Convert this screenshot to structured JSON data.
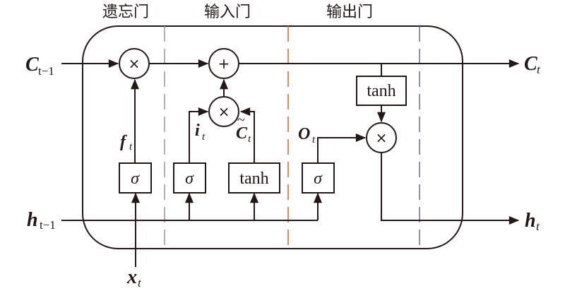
{
  "diagram": {
    "type": "LSTM cell",
    "colors": {
      "line": "#231815",
      "divider_forget_input": "#a89290",
      "divider_input_output": "#d9653b",
      "divider_output_end": "#6e6a9a"
    },
    "gate_titles": {
      "forget": "遗忘门",
      "input": "输入门",
      "output": "输出门"
    },
    "inputs": {
      "c_prev": {
        "main": "C",
        "sub": "t−1"
      },
      "h_prev": {
        "main": "h",
        "sub": "t−1"
      },
      "x": {
        "main": "x",
        "sub": "t"
      }
    },
    "outputs": {
      "c": {
        "main": "C",
        "sub": "t"
      },
      "h": {
        "main": "h",
        "sub": "t"
      }
    },
    "operators": {
      "forget_multiply": "×",
      "cell_add": "+",
      "input_multiply": "×",
      "output_multiply": "×"
    },
    "activations": {
      "forget_sigma": "σ",
      "input_sigma": "σ",
      "candidate_tanh": "tanh",
      "output_sigma": "σ",
      "cell_tanh": "tanh"
    },
    "gate_signals": {
      "f": {
        "main": "f",
        "sub": "t"
      },
      "i": {
        "main": "i",
        "sub": "t"
      },
      "c_tilde": {
        "main": "C",
        "accent": "~",
        "sub": "t"
      },
      "o": {
        "main": "O",
        "sub": "t"
      }
    }
  }
}
